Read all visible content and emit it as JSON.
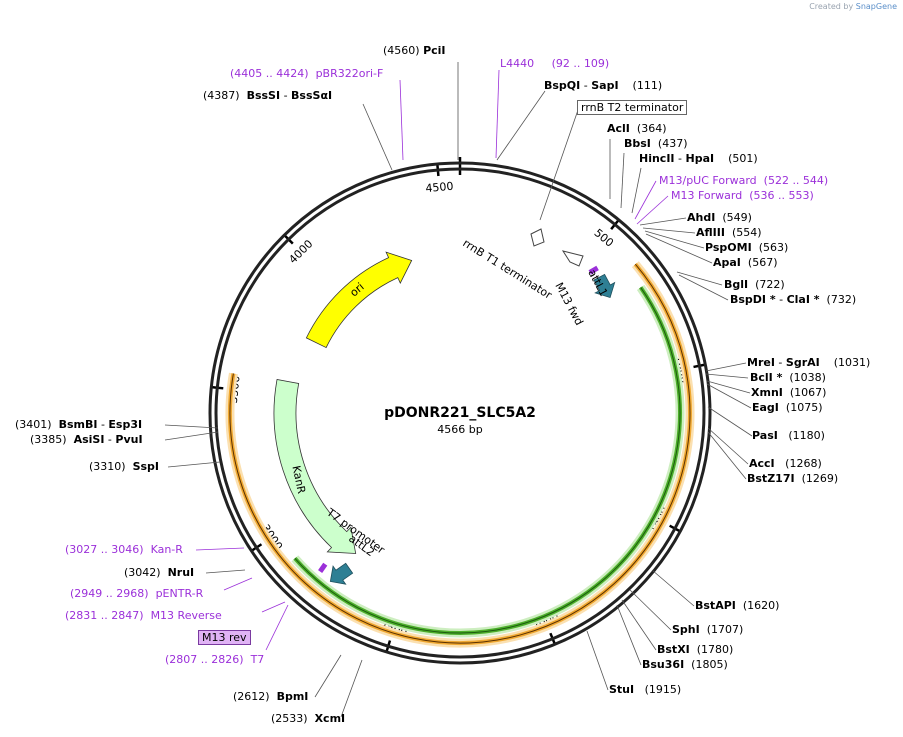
{
  "plasmid": {
    "name": "pDONR221_SLC5A2",
    "length_label": "4566 bp",
    "bp": 4566
  },
  "brand": {
    "prefix": "Created by",
    "name": "SnapGene"
  },
  "ticks": [
    "500",
    "1000",
    "1500",
    "2000",
    "2500",
    "3000",
    "3500",
    "4000",
    "4500"
  ],
  "features": [
    {
      "name": "ori",
      "start": 3755,
      "end": 4343,
      "color": "#ffff00",
      "dir": 1
    },
    {
      "name": "KanR",
      "start": 2747,
      "end": 3556,
      "color": "#ccffcc",
      "dir": -1
    },
    {
      "name": "attL1",
      "start": 600,
      "end": 700,
      "color": "#2e7f94",
      "dir": 1
    },
    {
      "name": "attL2",
      "start": 2880,
      "end": 2985,
      "color": "#2e7f94",
      "dir": -1
    },
    {
      "name": "rrnB T1 terminator",
      "start": 3,
      "end": 90,
      "color": "#ffffff",
      "dir": -1
    },
    {
      "name": "rrnB T2 terminator",
      "start": 100,
      "end": 128,
      "color": "#ffffff",
      "dir": -1
    },
    {
      "name": "M13 fwd",
      "start": 536,
      "end": 553,
      "color": "#9b30d9",
      "dir": 1
    },
    {
      "name": "T7 promoter",
      "start": 2807,
      "end": 2826,
      "color": "#9b30d9",
      "dir": -1
    }
  ],
  "orfs": [
    {
      "name": "orange-orf",
      "start": 630,
      "end": 3550
    },
    {
      "name": "green-orf",
      "start": 700,
      "end": 2900
    }
  ],
  "enzymes": [
    {
      "name": "PciI",
      "pos": "(4560)"
    },
    {
      "name": "BspQI",
      "name2": "SapI",
      "pos": "(111)"
    },
    {
      "name": "AclI",
      "pos": "(364)"
    },
    {
      "name": "BbsI",
      "pos": "(437)"
    },
    {
      "name": "HincII",
      "name2": "HpaI",
      "pos": "(501)"
    },
    {
      "name": "AhdI",
      "pos": "(549)"
    },
    {
      "name": "AflIII",
      "pos": "(554)"
    },
    {
      "name": "PspOMI",
      "pos": "(563)"
    },
    {
      "name": "ApaI",
      "pos": "(567)"
    },
    {
      "name": "BglI",
      "pos": "(722)"
    },
    {
      "name": "BspDI *",
      "name2": "ClaI *",
      "pos": "(732)"
    },
    {
      "name": "MreI",
      "name2": "SgrAI",
      "pos": "(1031)"
    },
    {
      "name": "BclI *",
      "pos": "(1038)"
    },
    {
      "name": "XmnI",
      "pos": "(1067)"
    },
    {
      "name": "EagI",
      "pos": "(1075)"
    },
    {
      "name": "PasI",
      "pos": "(1180)"
    },
    {
      "name": "AccI",
      "pos": "(1268)"
    },
    {
      "name": "BstZ17I",
      "pos": "(1269)"
    },
    {
      "name": "BstAPI",
      "pos": "(1620)"
    },
    {
      "name": "SphI",
      "pos": "(1707)"
    },
    {
      "name": "BstXI",
      "pos": "(1780)"
    },
    {
      "name": "Bsu36I",
      "pos": "(1805)"
    },
    {
      "name": "StuI",
      "pos": "(1915)"
    },
    {
      "name": "XcmI",
      "pos": "(2533)"
    },
    {
      "name": "BpmI",
      "pos": "(2612)"
    },
    {
      "name": "NruI",
      "pos": "(3042)"
    },
    {
      "name": "SspI",
      "pos": "(3310)"
    },
    {
      "name": "AsiSI",
      "name2": "PvuI",
      "pos": "(3385)"
    },
    {
      "name": "BsmBI",
      "name2": "Esp3I",
      "pos": "(3401)"
    },
    {
      "name": "BssSI",
      "name2": "BssSαI",
      "pos": "(4387)"
    }
  ],
  "primers": [
    {
      "name": "L4440",
      "range": "(92 .. 109)"
    },
    {
      "name": "pBR322ori-F",
      "range": "(4405 .. 4424)"
    },
    {
      "name": "M13/pUC Forward",
      "range": "(522 .. 544)"
    },
    {
      "name": "M13 Forward",
      "range": "(536 .. 553)"
    },
    {
      "name": "Kan-R",
      "range": "(3027 .. 3046)"
    },
    {
      "name": "pENTR-R",
      "range": "(2949 .. 2968)"
    },
    {
      "name": "M13 Reverse",
      "range": "(2831 .. 2847)"
    },
    {
      "name": "M13 rev",
      "range": ""
    },
    {
      "name": "T7",
      "range": "(2807 .. 2826)"
    }
  ],
  "colors": {
    "backbone": "#222222",
    "primer": "#9b30d9",
    "orf_orange": "#f0a830",
    "orf_green": "#4caf2a"
  }
}
